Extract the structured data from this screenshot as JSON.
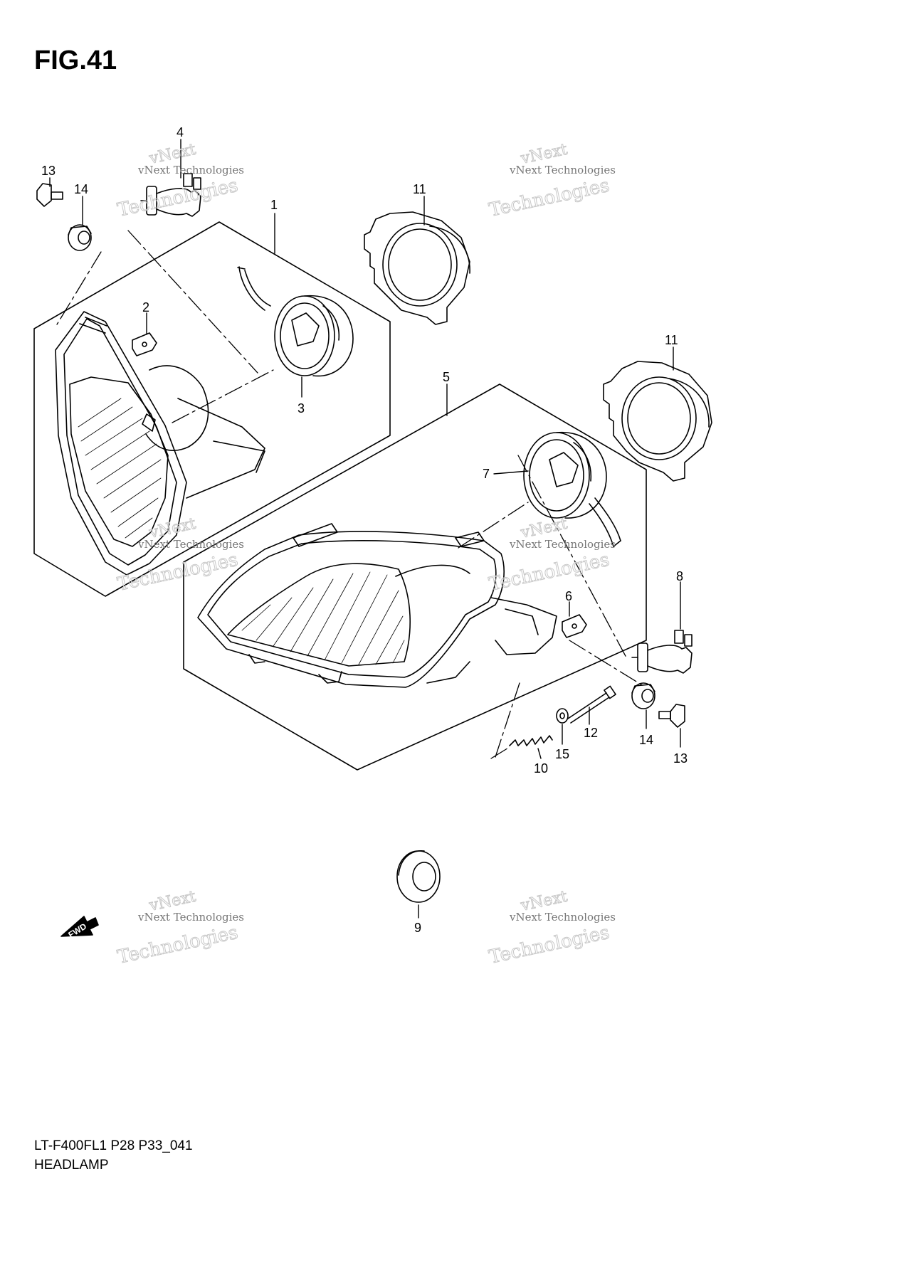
{
  "figure": {
    "title": "FIG.41",
    "model_code": "LT-F400FL1 P28 P33_041",
    "part_name": "HEADLAMP"
  },
  "watermark": {
    "line1": "vNext Technologies",
    "line2": "vNext",
    "line3": "Technologies"
  },
  "fwd_label": "FWD",
  "callouts": [
    "1",
    "2",
    "3",
    "4",
    "5",
    "6",
    "7",
    "8",
    "9",
    "10",
    "11",
    "11",
    "12",
    "13",
    "13",
    "14",
    "14",
    "15"
  ]
}
